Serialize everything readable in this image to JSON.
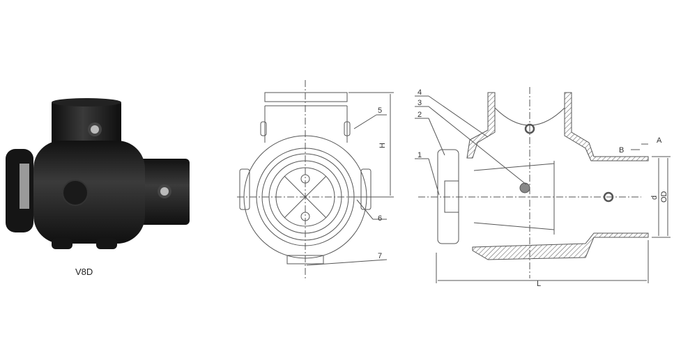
{
  "photo": {
    "model_label": "V8D"
  },
  "front_view": {
    "callouts": [
      "5",
      "6",
      "7"
    ],
    "dimension_labels": [
      "H"
    ]
  },
  "section_view": {
    "callouts": [
      "1",
      "2",
      "3",
      "4"
    ],
    "dimension_labels": [
      "A",
      "B",
      "d",
      "OD",
      "L"
    ]
  },
  "colors": {
    "line": "#555555",
    "body": "#1c1c1c",
    "background": "#ffffff"
  }
}
